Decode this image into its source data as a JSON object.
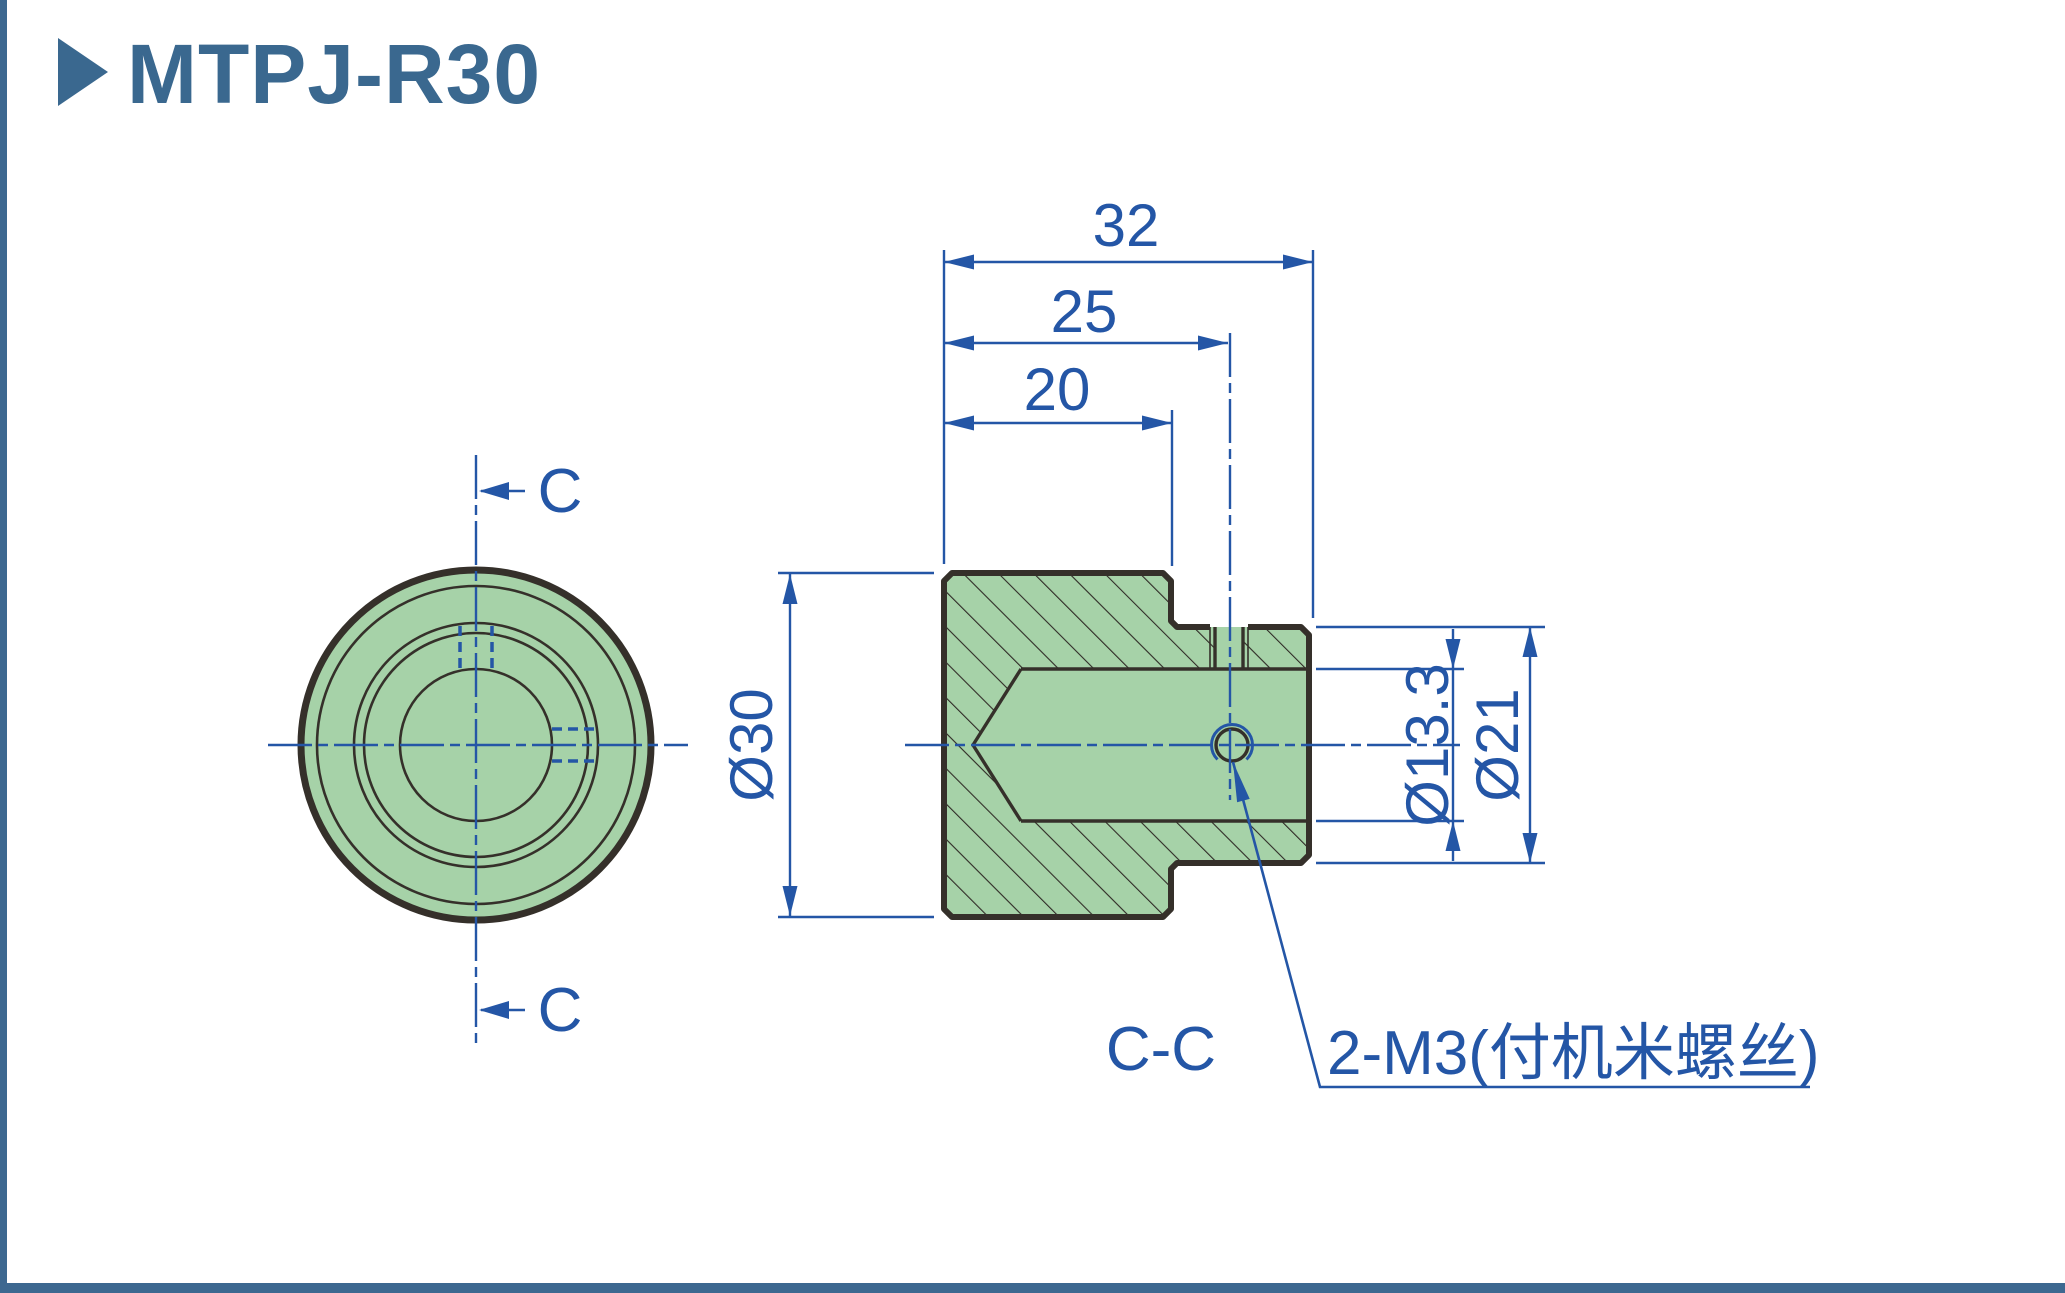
{
  "title": {
    "text": "MTPJ-R30"
  },
  "views": {
    "front": {
      "section_arrow_top_label": "C",
      "section_arrow_bottom_label": "C"
    },
    "section": {
      "label": "C-C",
      "screw_callout": "2-M3(付机米螺丝)"
    }
  },
  "dimensions": {
    "overall_length": "32",
    "screw_position": "25",
    "body_length": "20",
    "outer_diameter": "Ø30",
    "bore_diameter": "Ø13.3",
    "boss_diameter": "Ø21"
  },
  "colors": {
    "dimension_blue": "#2456a6",
    "part_green": "#a6d2a8",
    "outline_dark": "#35302a",
    "accent_steel_blue": "#3a688f"
  }
}
